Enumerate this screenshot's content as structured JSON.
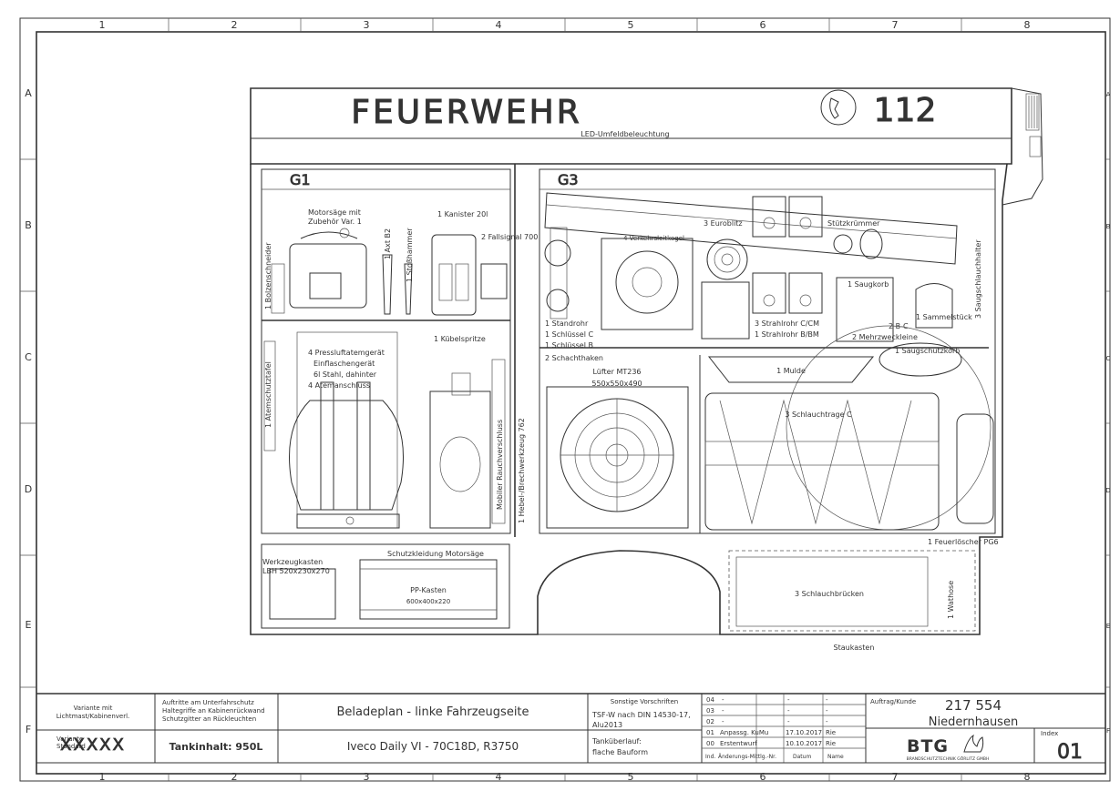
{
  "frame": {
    "columns": [
      "1",
      "2",
      "3",
      "4",
      "5",
      "6",
      "7",
      "8"
    ],
    "rows": [
      "A",
      "B",
      "C",
      "D",
      "E",
      "F"
    ]
  },
  "vehicle": {
    "roof_text": "FEUERWEHR",
    "emergency_number": "112",
    "roof_light": "LED-Umfeldbeleuchtung"
  },
  "compartments": {
    "g1": "G1",
    "g3": "G3"
  },
  "labels": {
    "motorsaege": "Motorsäge mit",
    "motorsaege_2": "Zubehör Var. 1",
    "bolzenschneider": "1 Bolzenschneider",
    "axt": "1 Axt B2",
    "stosshammer": "1 Stoßhammer",
    "kanister": "1 Kanister 20l",
    "fallsignal": "2 Fallsignal 700",
    "verkehrsleitkegel": "4 Verkehrsleitkegel",
    "euroblitz": "3 Euroblitz",
    "stutzkrummer": "Stützkrümmer",
    "saugschlauch": "3 Saugschlauchhalter",
    "saugkorb": "1 Saugkorb",
    "sammelstueck": "1 Sammelstück",
    "bc": "2 B-C",
    "mehrzweckleine": "2 Mehrzweckleine",
    "saugschutzkorb": "1 Saugschutzkorb",
    "standrohr": "1 Standrohr",
    "schluessel_c": "1 Schlüssel C",
    "schluessel_b": "1 Schlüssel B",
    "schachthaken": "2 Schachthaken",
    "strahlrohr_c": "3 Strahlrohr C/CM",
    "strahlrohr_b": "1 Strahlrohr B/BM",
    "atemschutztafel": "1 Atemschutztafel",
    "pressluft_1": "4 Pressluftatemgerät",
    "pressluft_2": "Einflaschengerät",
    "pressluft_3": "6l Stahl, dahinter",
    "pressluft_4": "4 Atemanschluss",
    "kuebelspritze": "1 Kübelspritze",
    "rauchverschluss": "Mobiler Rauchverschluss",
    "hebel": "1 Hebel-/Brechwerkzeug 762",
    "luefter_1": "Lüfter MT236",
    "luefter_2": "550x550x490",
    "mulde": "1 Mulde",
    "schlauchtrage": "3 Schlauchtrage C",
    "feuerloescher": "1 Feuerlöscher PG6",
    "werkzeug_1": "Werkzeugkasten",
    "werkzeug_2": "LBH 520x230x270",
    "schutzkleidung": "Schutzkleidung Motorsäge",
    "pp_1": "PP-Kasten",
    "pp_2": "600x400x220",
    "schlauchbruecken": "3 Schlauchbrücken",
    "wathose": "1 Wathose",
    "staukasten": "Staukasten"
  },
  "title_block": {
    "variante_1": "Variante mit",
    "variante_2": "Lichtmast/Kabinenverl.",
    "variante_code": "XXXXX",
    "variante_overlay_1": "Variante",
    "variante_overlay_2": "Standard",
    "auftritte_1": "Auftritte am Unterfahrschutz",
    "auftritte_2": "Haltegriffe an Kabinenrückwand",
    "auftritte_3": "Schutzgitter an Rückleuchten",
    "tank": "Tankinhalt: 950L",
    "plan_title": "Beladeplan - linke Fahrzeugseite",
    "vehicle_model": "Iveco Daily VI - 70C18D, R3750",
    "sonstige": "Sonstige Vorschriften",
    "norm_1": "TSF-W nach DIN 14530-17,",
    "norm_2": "Alu2013",
    "tank_1": "Tanküberlauf:",
    "tank_2": "flache Bauform",
    "revisions": [
      {
        "idx": "04",
        "change": "-",
        "date": "-",
        "name": "-"
      },
      {
        "idx": "03",
        "change": "-",
        "date": "-",
        "name": "-"
      },
      {
        "idx": "02",
        "change": "-",
        "date": "-",
        "name": "-"
      },
      {
        "idx": "01",
        "change": "Anpassg. KuMu",
        "date": "17.10.2017",
        "name": "Rie"
      },
      {
        "idx": "00",
        "change": "Erstentwurf",
        "date": "10.10.2017",
        "name": "Rie"
      }
    ],
    "rev_header": {
      "idx": "Ind.",
      "change": "Änderungs-Mittlg.-Nr.",
      "date": "Datum",
      "name": "Name"
    },
    "auftrag_label": "Auftrag/Kunde",
    "auftrag_nr": "217 554",
    "kunde": "Niedernhausen",
    "company": "BTG",
    "company_sub": "BRANDSCHUTZTECHNIK GÖRLITZ GMBH",
    "index_label": "Index",
    "index": "01"
  }
}
